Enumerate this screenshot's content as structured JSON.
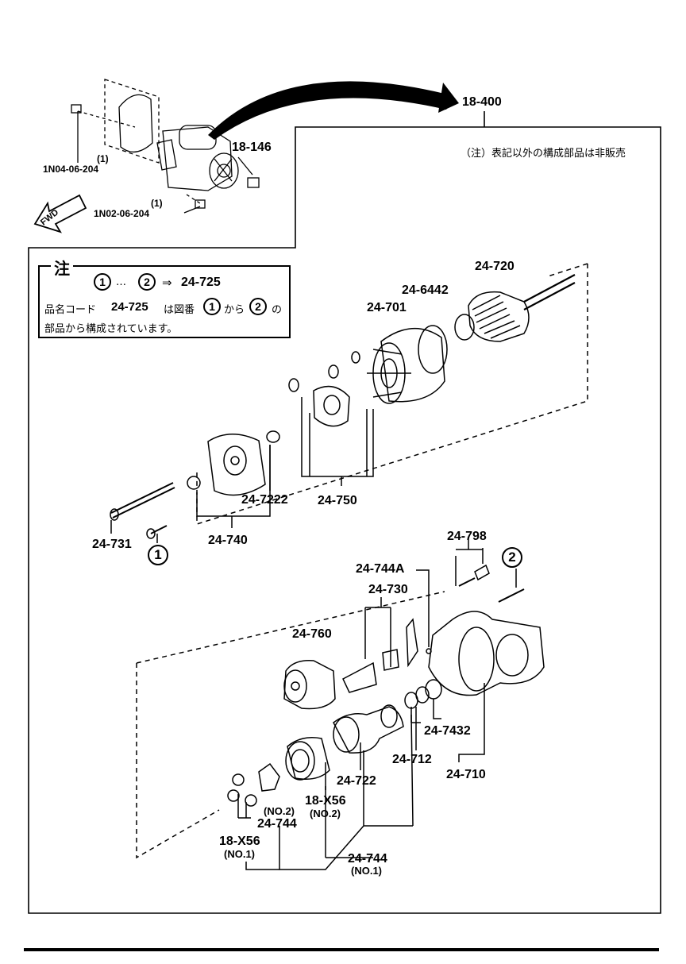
{
  "top_section": {
    "ref_18400": "18-400",
    "ref_18146": "18-146",
    "qty_bolt_a": "(1)",
    "bolt_a": "1N04-06-204",
    "qty_bolt_b": "(1)",
    "bolt_b": "1N02-06-204",
    "fwd": "FWD",
    "footnote": "（注）表記以外の構成部品は非販売"
  },
  "note": {
    "title": "注",
    "kit_ref": "24-725",
    "range_sep": "…",
    "arrow": "⇒",
    "circle_1": "1",
    "circle_2": "2",
    "line2_pre": "品名コード",
    "line2_mid": "は図番",
    "line2_kara": "から",
    "line2_no": "の",
    "line3": "部品から構成されています。"
  },
  "parts_upper": {
    "p24720": "24-720",
    "p246442": "24-6442",
    "p24701": "24-701",
    "p247222": "24-7222",
    "p24750": "24-750",
    "p24731": "24-731",
    "p24740": "24-740",
    "callout_1": "1"
  },
  "parts_lower": {
    "p24798": "24-798",
    "callout_2": "2",
    "p24744A": "24-744A",
    "p24730": "24-730",
    "p24760": "24-760",
    "p247432": "24-7432",
    "p24712": "24-712",
    "p24710": "24-710",
    "p24722": "24-722",
    "p18X56_no2": "18-X56",
    "no2_a": "(NO.2)",
    "no2_b": "(NO.2)",
    "p24744_no2": "24-744",
    "p18X56_no1": "18-X56",
    "no1_a": "(NO.1)",
    "p24744_no1": "24-744",
    "no1_b": "(NO.1)"
  }
}
